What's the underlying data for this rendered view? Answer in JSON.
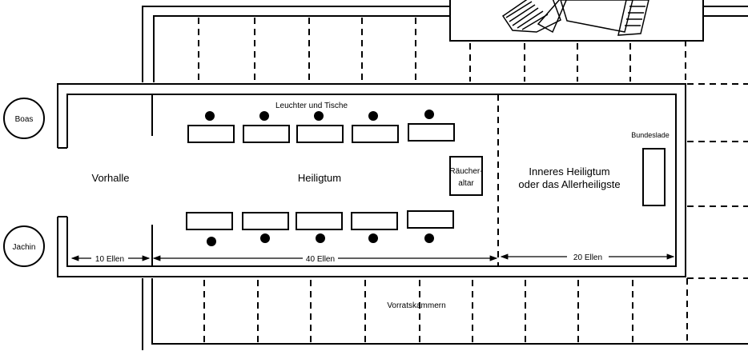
{
  "pillars": {
    "left": "Boas",
    "right": "Jachin"
  },
  "rooms": {
    "porch": "Vorhalle",
    "holy_place": "Heiligtum",
    "inner_sanctum_line1": "Inneres Heiligtum",
    "inner_sanctum_line2": "oder das Allerheiligste"
  },
  "furniture": {
    "lampstands_and_tables": "Leuchter und Tische",
    "incense_altar_line1": "Räucher-",
    "incense_altar_line2": "altar",
    "ark": "Bundeslade"
  },
  "storerooms": "Vorratskammern",
  "dimensions": {
    "porch": "10 Ellen",
    "holy_place": "40 Ellen",
    "inner_sanctum": "20 Ellen"
  }
}
